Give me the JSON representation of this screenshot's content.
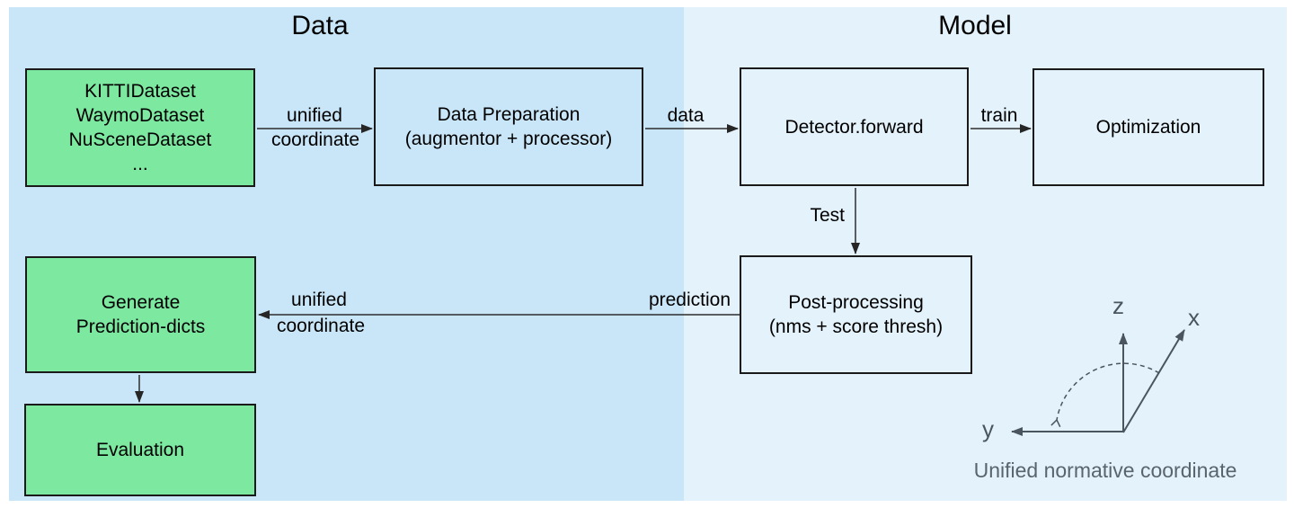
{
  "titles": {
    "data": "Data",
    "model": "Model"
  },
  "boxes": {
    "datasets": {
      "lines": [
        "KITTIDataset",
        "WaymoDataset",
        "NuSceneDataset",
        "..."
      ]
    },
    "data_preparation": {
      "lines": [
        "Data Preparation",
        "(augmentor + processor)"
      ]
    },
    "detector": {
      "label": "Detector.forward"
    },
    "optimization": {
      "label": "Optimization"
    },
    "post_processing": {
      "lines": [
        "Post-processing",
        "(nms + score thresh)"
      ]
    },
    "generate_prediction": {
      "lines": [
        "Generate",
        "Prediction-dicts"
      ]
    },
    "evaluation": {
      "label": "Evaluation"
    }
  },
  "arrow_labels": {
    "unified_top": "unified",
    "coordinate_top": "coordinate",
    "data": "data",
    "train": "train",
    "test": "Test",
    "prediction": "prediction",
    "unified_bottom": "unified",
    "coordinate_bottom": "coordinate"
  },
  "axes": {
    "z": "z",
    "x": "x",
    "y": "y",
    "caption": "Unified normative coordinate"
  },
  "colors": {
    "panel_data_bg": "#c8e6f8",
    "panel_model_bg": "#e3f2fb",
    "dataset_box_fill": "#7de8a0",
    "box_border": "#1a1a1a",
    "arrow": "#2d2d2d",
    "axis": "#4a5560",
    "caption_text": "#5a646e"
  }
}
